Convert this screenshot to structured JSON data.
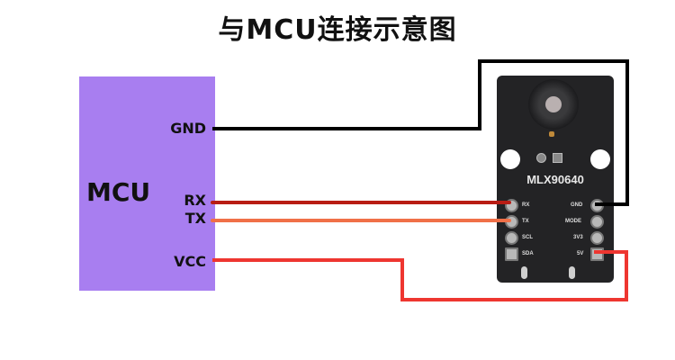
{
  "title": "与MCU连接示意图",
  "mcu": {
    "label": "MCU",
    "color": "#a87ef0",
    "pins": [
      {
        "name": "GND"
      },
      {
        "name": "RX"
      },
      {
        "name": "TX"
      },
      {
        "name": "VCC"
      }
    ]
  },
  "module": {
    "model": "MLX90640",
    "left_pins": [
      "RX",
      "TX",
      "SCL",
      "SDA"
    ],
    "right_pins": [
      "GND",
      "MODE",
      "3V3",
      "5V"
    ]
  },
  "wires": [
    {
      "from": "MCU GND",
      "to": "MLX90640 GND",
      "color": "#000000"
    },
    {
      "from": "MCU RX",
      "to": "MLX90640 RX",
      "color": "#b81c14"
    },
    {
      "from": "MCU TX",
      "to": "MLX90640 TX",
      "color": "#f07048"
    },
    {
      "from": "MCU VCC",
      "to": "MLX90640 5V",
      "color": "#ee3630"
    }
  ]
}
